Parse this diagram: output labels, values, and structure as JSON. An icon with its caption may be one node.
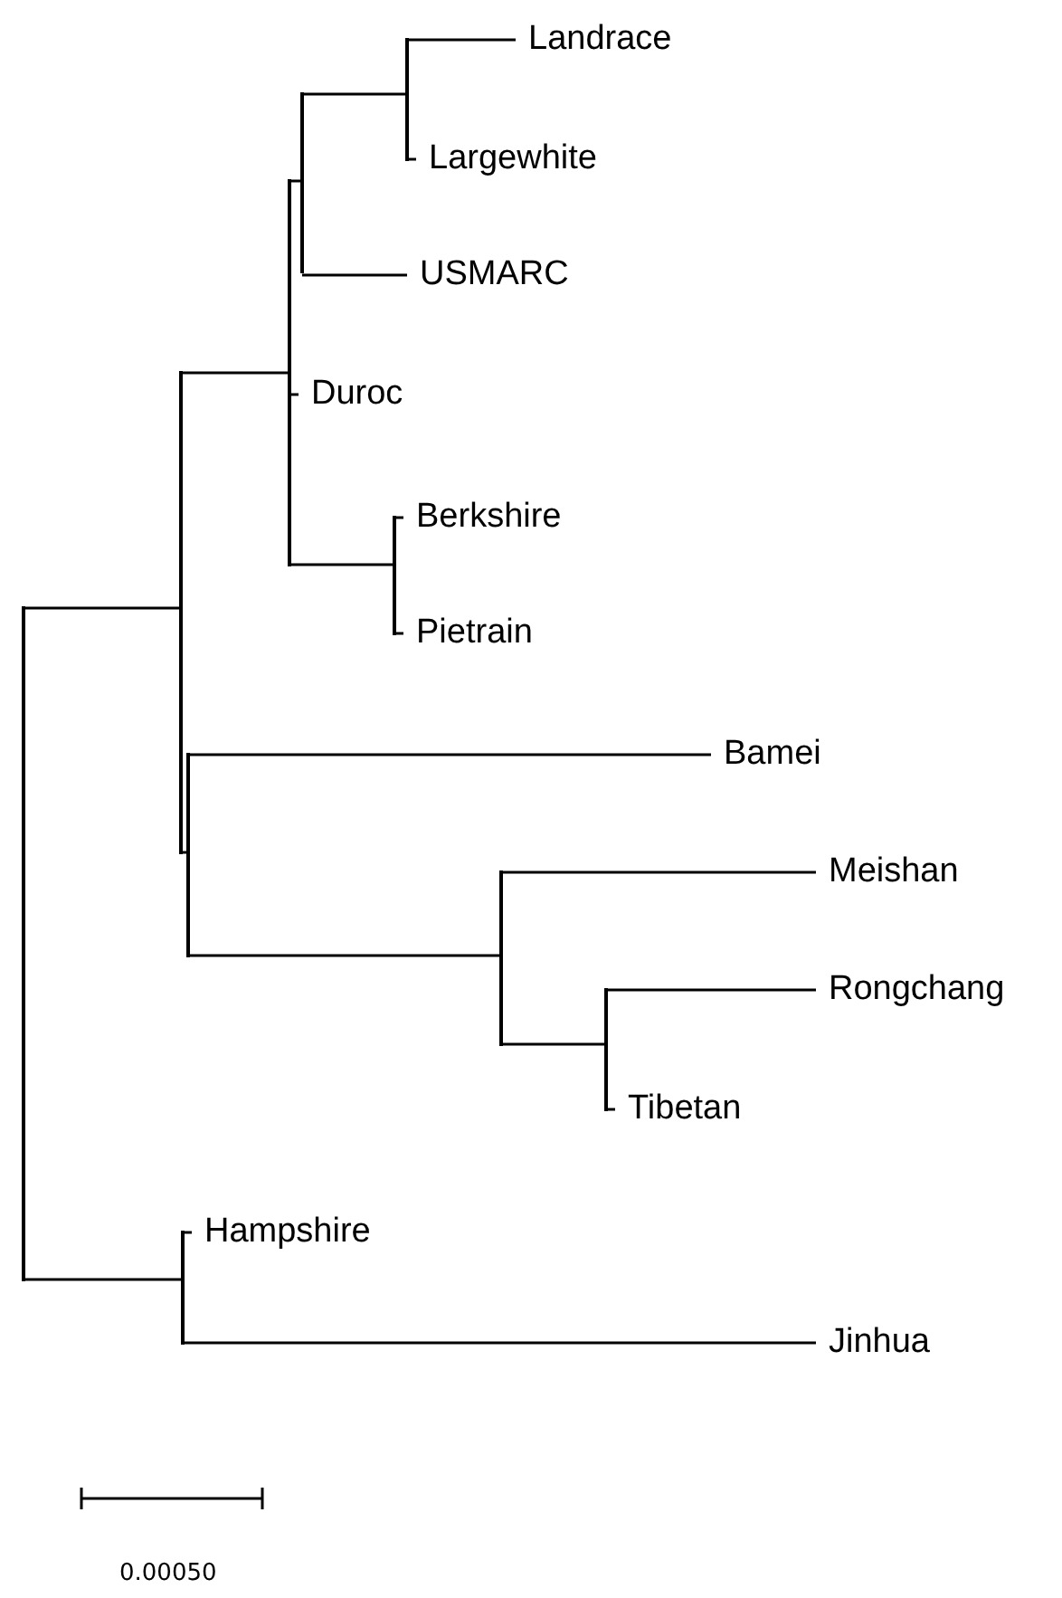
{
  "diagram": {
    "nodes": [
      {
        "text": [],
        "shape": "bar"
      },
      {
        "text": [],
        "shape": "bar"
      },
      {
        "text": [],
        "shape": "bar"
      },
      {
        "text": [],
        "shape": "bar"
      },
      {
        "text": [],
        "shape": "bar"
      },
      {
        "text": [
          "Landrace"
        ]
      },
      {
        "text": [
          "Largewhite"
        ]
      },
      {
        "text": [
          "USMARC"
        ]
      },
      {
        "text": [
          "Duroc"
        ]
      },
      {
        "text": [],
        "shape": "bar"
      },
      {
        "text": [
          "Berkshire"
        ]
      },
      {
        "text": [
          "Pietrain"
        ]
      },
      {
        "text": [],
        "shape": "bar"
      },
      {
        "text": [
          "Bamei"
        ]
      },
      {
        "text": [],
        "shape": "bar"
      },
      {
        "text": [
          "Meishan"
        ]
      },
      {
        "text": [],
        "shape": "bar"
      },
      {
        "text": [
          "Rongchang"
        ]
      },
      {
        "text": [
          "Tibetan"
        ]
      },
      {
        "text": [],
        "shape": "bar"
      },
      {
        "text": [
          "Hampshire"
        ]
      },
      {
        "text": [
          "Jinhua"
        ]
      }
    ],
    "edges": [
      {
        "from": 0,
        "to": 1,
        "arrow": "none"
      },
      {
        "from": 0,
        "to": 19,
        "arrow": "none"
      },
      {
        "from": 1,
        "to": 2,
        "arrow": "none"
      },
      {
        "from": 1,
        "to": 12,
        "arrow": "none"
      },
      {
        "from": 2,
        "to": 3,
        "arrow": "none"
      },
      {
        "from": 2,
        "to": 8,
        "arrow": "none"
      },
      {
        "from": 2,
        "to": 9,
        "arrow": "none"
      },
      {
        "from": 3,
        "to": 4,
        "arrow": "none"
      },
      {
        "from": 3,
        "to": 7,
        "arrow": "none"
      },
      {
        "from": 4,
        "to": 5,
        "arrow": "none"
      },
      {
        "from": 4,
        "to": 6,
        "arrow": "none"
      },
      {
        "from": 9,
        "to": 10,
        "arrow": "none"
      },
      {
        "from": 9,
        "to": 11,
        "arrow": "none"
      },
      {
        "from": 12,
        "to": 13,
        "arrow": "none"
      },
      {
        "from": 12,
        "to": 14,
        "arrow": "none"
      },
      {
        "from": 14,
        "to": 15,
        "arrow": "none"
      },
      {
        "from": 14,
        "to": 16,
        "arrow": "none"
      },
      {
        "from": 16,
        "to": 17,
        "arrow": "none"
      },
      {
        "from": 16,
        "to": 18,
        "arrow": "none"
      },
      {
        "from": 19,
        "to": 20,
        "arrow": "none"
      },
      {
        "from": 19,
        "to": 21,
        "arrow": "none"
      }
    ],
    "labels": [
      "0.00050"
    ]
  }
}
